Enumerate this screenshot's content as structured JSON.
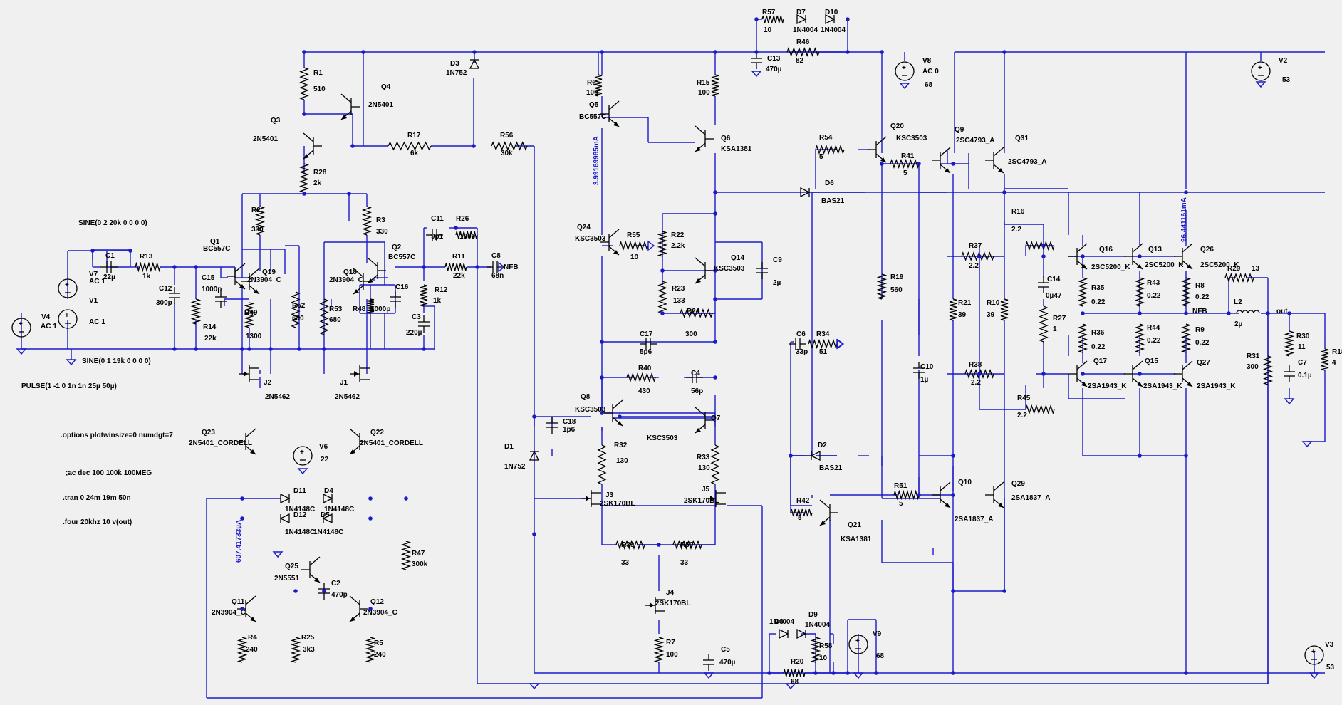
{
  "components": [
    {
      "id": "R1",
      "v": "510"
    },
    {
      "id": "Q4",
      "v": "2N5401"
    },
    {
      "id": "Q3",
      "v": "2N5401"
    },
    {
      "id": "R17",
      "v": "6k"
    },
    {
      "id": "R28",
      "v": "2k"
    },
    {
      "id": "D3",
      "v": "1N752"
    },
    {
      "id": "R56",
      "v": "30k"
    },
    {
      "id": "R2",
      "v": "330"
    },
    {
      "id": "R3",
      "v": "330"
    },
    {
      "id": "Q1",
      "v": "BC557C"
    },
    {
      "id": "Q2",
      "v": "BC557C"
    },
    {
      "id": "Q19",
      "v": "2N3904_C"
    },
    {
      "id": "Q18",
      "v": "2N3904_C"
    },
    {
      "id": "C15",
      "v": "1000p"
    },
    {
      "id": "C16",
      "v": ""
    },
    {
      "id": "R49",
      "v": "1300"
    },
    {
      "id": "R48",
      "v": "1000p"
    },
    {
      "id": "R52",
      "v": "680"
    },
    {
      "id": "R53",
      "v": "680"
    },
    {
      "id": "C1",
      "v": "22µ"
    },
    {
      "id": "R13",
      "v": "1k"
    },
    {
      "id": "C12",
      "v": "300p"
    },
    {
      "id": "R14",
      "v": "22k"
    },
    {
      "id": "V7",
      "v": "AC 1"
    },
    {
      "id": "V1",
      "v": "AC 1"
    },
    {
      "id": "V4",
      "v": "AC 1"
    },
    {
      "id": "C11",
      "v": "9p1"
    },
    {
      "id": "R26",
      "v": "1000"
    },
    {
      "id": "R11",
      "v": "22k"
    },
    {
      "id": "C8",
      "v": "68n"
    },
    {
      "id": "R12",
      "v": "1k"
    },
    {
      "id": "C3",
      "v": "220µ"
    },
    {
      "id": "J2",
      "v": "2N5462"
    },
    {
      "id": "J1",
      "v": "2N5462"
    },
    {
      "id": "Q23",
      "v": "2N5401_CORDELL"
    },
    {
      "id": "Q22",
      "v": "2N5401_CORDELL"
    },
    {
      "id": "V6",
      "v": "22"
    },
    {
      "id": "D11",
      "v": "1N4148C"
    },
    {
      "id": "D4",
      "v": "1N4148C"
    },
    {
      "id": "D12",
      "v": "1N4148C"
    },
    {
      "id": "D5",
      "v": "1N4148C"
    },
    {
      "id": "R47",
      "v": "300k"
    },
    {
      "id": "Q25",
      "v": "2N5551"
    },
    {
      "id": "C2",
      "v": "470p"
    },
    {
      "id": "Q11",
      "v": "2N3904_C"
    },
    {
      "id": "Q12",
      "v": "2N3904_C"
    },
    {
      "id": "R4",
      "v": "240"
    },
    {
      "id": "R25",
      "v": "3k3"
    },
    {
      "id": "R5",
      "v": "240"
    },
    {
      "id": "D1",
      "v": "1N752"
    },
    {
      "id": "C18",
      "v": "1p6"
    },
    {
      "id": "R6",
      "v": "100"
    },
    {
      "id": "Q5",
      "v": "BC557C"
    },
    {
      "id": "R15",
      "v": "100"
    },
    {
      "id": "Q6",
      "v": "KSA1381"
    },
    {
      "id": "Q24",
      "v": "KSC3503"
    },
    {
      "id": "R55",
      "v": "10"
    },
    {
      "id": "R22",
      "v": "2.2k"
    },
    {
      "id": "R23",
      "v": "133"
    },
    {
      "id": "Q14",
      "v": "KSC3503"
    },
    {
      "id": "C9",
      "v": "2µ"
    },
    {
      "id": "R24",
      "v": "300"
    },
    {
      "id": "C17",
      "v": "5p6"
    },
    {
      "id": "C6",
      "v": "33p"
    },
    {
      "id": "R34",
      "v": "51"
    },
    {
      "id": "R40",
      "v": "430"
    },
    {
      "id": "C4",
      "v": "56p"
    },
    {
      "id": "Q8",
      "v": "KSC3503"
    },
    {
      "id": "Q7",
      "v": "KSC3503"
    },
    {
      "id": "R32",
      "v": "130"
    },
    {
      "id": "R33",
      "v": "130"
    },
    {
      "id": "J3",
      "v": "2SK170BL"
    },
    {
      "id": "J5",
      "v": "2SK170BL"
    },
    {
      "id": "R39",
      "v": "33"
    },
    {
      "id": "R50",
      "v": "33"
    },
    {
      "id": "J4",
      "v": "2SK170BL"
    },
    {
      "id": "R7",
      "v": "100"
    },
    {
      "id": "C5",
      "v": "470µ"
    },
    {
      "id": "R57",
      "v": "10"
    },
    {
      "id": "D7",
      "v": "1N4004"
    },
    {
      "id": "D10",
      "v": "1N4004"
    },
    {
      "id": "C13",
      "v": "470µ"
    },
    {
      "id": "R46",
      "v": "82"
    },
    {
      "id": "V8",
      "v": "AC 0"
    },
    {
      "id": "R54",
      "v": "5"
    },
    {
      "id": "Q20",
      "v": "KSC3503"
    },
    {
      "id": "R41",
      "v": "5"
    },
    {
      "id": "D6",
      "v": "BAS21"
    },
    {
      "id": "R19",
      "v": "560"
    },
    {
      "id": "C10",
      "v": "1µ"
    },
    {
      "id": "D2",
      "v": "BAS21"
    },
    {
      "id": "R42",
      "v": "5"
    },
    {
      "id": "Q21",
      "v": "KSA1381"
    },
    {
      "id": "R51",
      "v": "5"
    },
    {
      "id": "D8",
      "v": "1N4004"
    },
    {
      "id": "D9",
      "v": "1N4004"
    },
    {
      "id": "R58",
      "v": "10"
    },
    {
      "id": "R20",
      "v": "68"
    },
    {
      "id": "V9",
      "v": "68"
    },
    {
      "id": "Q9",
      "v": "2SC4793_A"
    },
    {
      "id": "Q31",
      "v": "2SC4793_A"
    },
    {
      "id": "R21",
      "v": "39"
    },
    {
      "id": "R10",
      "v": "39"
    },
    {
      "id": "Q10",
      "v": "2SA1837_A"
    },
    {
      "id": "Q29",
      "v": "2SA1837_A"
    },
    {
      "id": "R16",
      "v": "2.2"
    },
    {
      "id": "R37",
      "v": "2.2"
    },
    {
      "id": "C14",
      "v": "0µ47"
    },
    {
      "id": "R27",
      "v": "1"
    },
    {
      "id": "R38",
      "v": "2.2"
    },
    {
      "id": "R45",
      "v": "2.2"
    },
    {
      "id": "Q16",
      "v": "2SC5200_K"
    },
    {
      "id": "Q13",
      "v": "2SC5200_K"
    },
    {
      "id": "Q26",
      "v": "2SC5200_K"
    },
    {
      "id": "R35",
      "v": "0.22"
    },
    {
      "id": "R43",
      "v": "0.22"
    },
    {
      "id": "R8",
      "v": "0.22"
    },
    {
      "id": "R36",
      "v": "0.22"
    },
    {
      "id": "R44",
      "v": "0.22"
    },
    {
      "id": "R9",
      "v": "0.22"
    },
    {
      "id": "Q17",
      "v": "2SA1943_K"
    },
    {
      "id": "Q15",
      "v": "2SA1943_K"
    },
    {
      "id": "Q27",
      "v": "2SA1943_K"
    },
    {
      "id": "R29",
      "v": "13"
    },
    {
      "id": "L2",
      "v": "2µ"
    },
    {
      "id": "R30",
      "v": "11"
    },
    {
      "id": "C7",
      "v": "0.1µ"
    },
    {
      "id": "R31",
      "v": "300"
    },
    {
      "id": "R18",
      "v": "4"
    },
    {
      "id": "V2",
      "v": "53"
    },
    {
      "id": "V3",
      "v": "53"
    }
  ],
  "extra_values": {
    "V8": "68"
  },
  "nets": {
    "nfb_c8": "NFB",
    "nfb_out": "NFB",
    "out": "out"
  },
  "annotations": {
    "q6_current": "3.99169985mA",
    "q13_current": "96.441161mA",
    "q11_current": "607.41733µA"
  },
  "directives": {
    "sine_v7": "SINE(0 2 20k 0 0 0 0)",
    "sine_v1": "SINE(0 1 19k 0 0 0 0)",
    "pulse": "PULSE(1 -1 0 1n 1n 25µ 50µ)",
    "options": ".options plotwinsize=0 numdgt=7",
    "ac": ";ac dec 100 100k 100MEG",
    "tran": ".tran 0 24m 19m 50n",
    "four": ".four 20khz 10 v(out)"
  },
  "colors": {
    "wire": "#1a1ac8",
    "component": "#000000",
    "annotation": "#1a1ac8",
    "background": "#f0f0f0"
  }
}
